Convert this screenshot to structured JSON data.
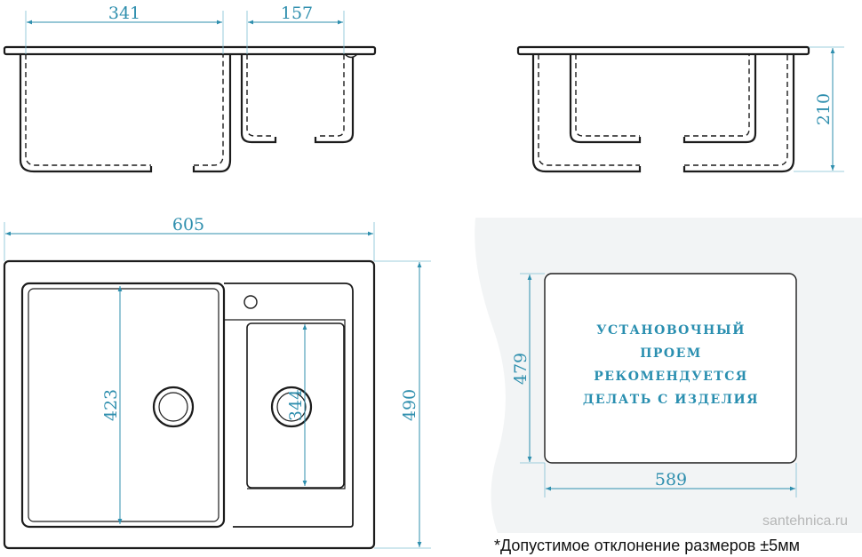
{
  "dimensions": {
    "left_bowl_width": "341",
    "right_bowl_width": "157",
    "depth": "210",
    "overall_width": "605",
    "overall_depth": "490",
    "left_bowl_length": "423",
    "right_bowl_length": "344",
    "cutout_depth": "479",
    "cutout_width": "589"
  },
  "cutout_note": [
    "УСТАНОВОЧНЫЙ",
    "ПРОЕМ",
    "РЕКОМЕНДУЕТСЯ",
    "ДЕЛАТЬ С ИЗДЕЛИЯ"
  ],
  "footnote": "*Допустимое отклонение размеров ±5мм",
  "watermark": "santehnica.ru",
  "colors": {
    "dimension": "#2f8fae",
    "outline": "#1c1c1c"
  }
}
